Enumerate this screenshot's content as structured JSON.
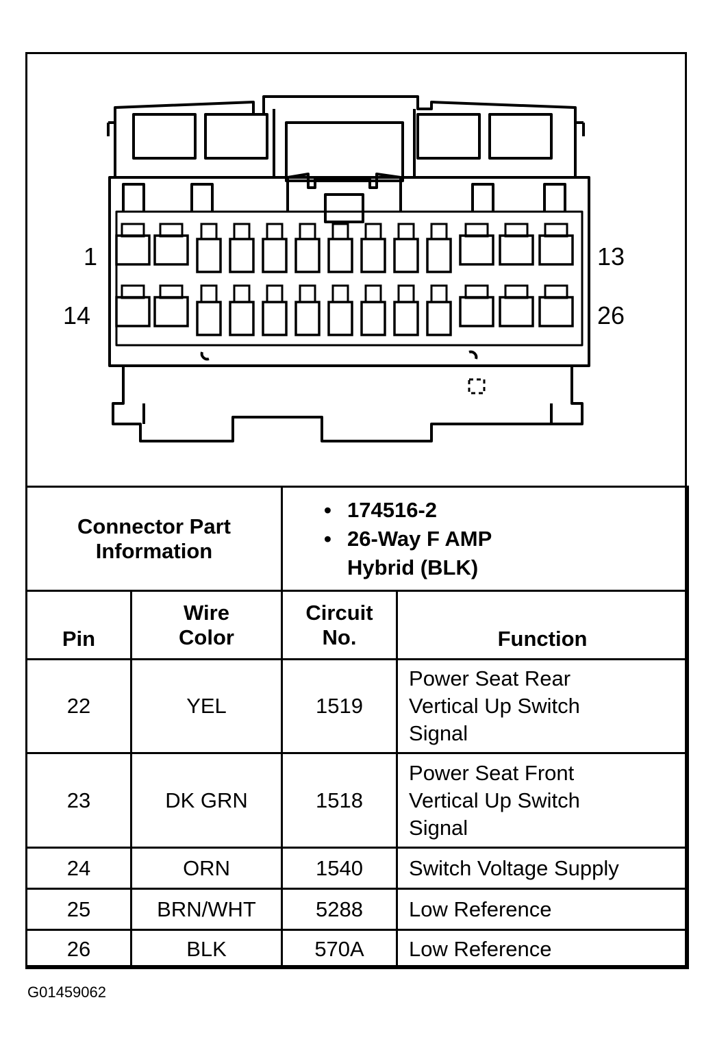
{
  "diagram": {
    "pin_labels": {
      "top_left": "1",
      "top_right": "13",
      "bottom_left": "14",
      "bottom_right": "26"
    }
  },
  "connector_info": {
    "label_line1": "Connector Part",
    "label_line2": "Information",
    "items": [
      "174516-2",
      "26-Way F AMP",
      "Hybrid (BLK)"
    ]
  },
  "table": {
    "headers": {
      "pin": "Pin",
      "wire_line1": "Wire",
      "wire_line2": "Color",
      "circuit_line1": "Circuit",
      "circuit_line2": "No.",
      "function": "Function"
    },
    "rows": [
      {
        "pin": "22",
        "wire": "YEL",
        "circuit": "1519",
        "function": [
          "Power Seat Rear",
          "Vertical Up Switch",
          "Signal"
        ]
      },
      {
        "pin": "23",
        "wire": "DK GRN",
        "circuit": "1518",
        "function": [
          "Power Seat Front",
          "Vertical Up Switch",
          "Signal"
        ]
      },
      {
        "pin": "24",
        "wire": "ORN",
        "circuit": "1540",
        "function": [
          "Switch Voltage Supply"
        ]
      },
      {
        "pin": "25",
        "wire": "BRN/WHT",
        "circuit": "5288",
        "function": [
          "Low Reference"
        ]
      },
      {
        "pin": "26",
        "wire": "BLK",
        "circuit": "570A",
        "function": [
          "Low Reference"
        ]
      }
    ]
  },
  "figure_code": "G01459062"
}
